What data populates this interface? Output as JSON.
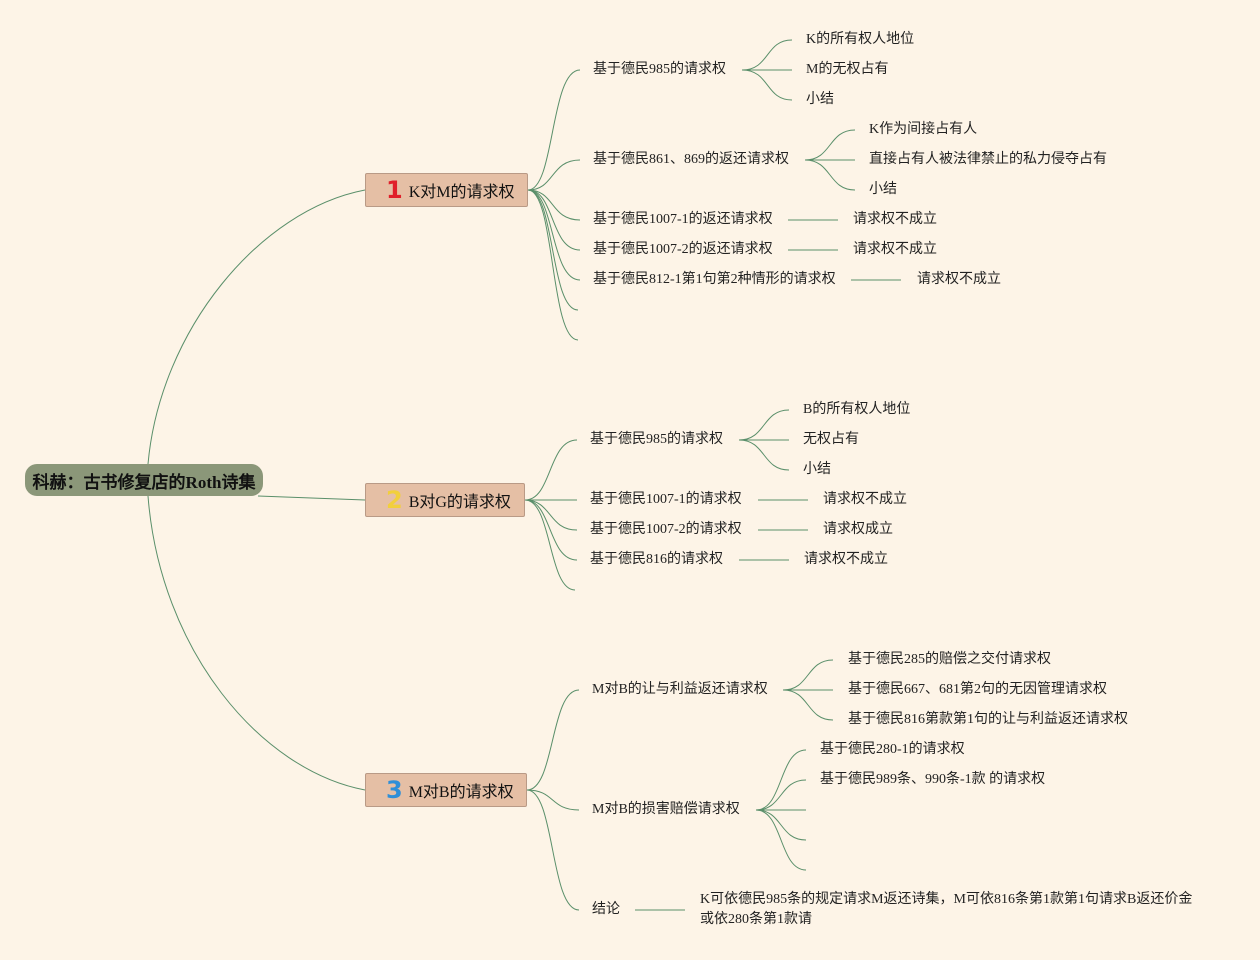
{
  "root": {
    "label": "科赫：古书修复店的Roth诗集"
  },
  "colors": {
    "background": "#fdf4e7",
    "edge": "#5a8f6a",
    "root_fill": "#8b9779",
    "branch_fill": "#e5bfa5",
    "num1": "#e0202a",
    "num2": "#f2cf3c",
    "num3": "#2f8fd8"
  },
  "branches": [
    {
      "number": "1",
      "label": "K对M的请求权",
      "children": [
        {
          "label": "基于德民985的请求权",
          "children": [
            "K的所有权人地位",
            "M的无权占有",
            "小结"
          ]
        },
        {
          "label": "基于德民861、869的返还请求权",
          "children": [
            "K作为间接占有人",
            "直接占有人被法律禁止的私力侵夺占有",
            "小结"
          ]
        },
        {
          "label": "基于德民1007-1的返还请求权",
          "children": [
            "请求权不成立"
          ]
        },
        {
          "label": "基于德民1007-2的返还请求权",
          "children": [
            "请求权不成立"
          ]
        },
        {
          "label": "基于德民812-1第1句第2种情形的请求权",
          "children": [
            "请求权不成立"
          ]
        }
      ]
    },
    {
      "number": "2",
      "label": "B对G的请求权",
      "children": [
        {
          "label": "基于德民985的请求权",
          "children": [
            "B的所有权人地位",
            "无权占有",
            "小结"
          ]
        },
        {
          "label": "基于德民1007-1的请求权",
          "children": [
            "请求权不成立"
          ]
        },
        {
          "label": "基于德民1007-2的请求权",
          "children": [
            "请求权成立"
          ]
        },
        {
          "label": "基于德民816的请求权",
          "children": [
            "请求权不成立"
          ]
        }
      ]
    },
    {
      "number": "3",
      "label": "M对B的请求权",
      "children": [
        {
          "label": "M对B的让与利益返还请求权",
          "children": [
            "基于德民285的赔偿之交付请求权",
            "基于德民667、681第2句的无因管理请求权",
            "基于德民816第款第1句的让与利益返还请求权"
          ]
        },
        {
          "label": "M对B的损害赔偿请求权",
          "children": [
            "基于德民280-1的请求权",
            "基于德民989条、990条-1款 的请求权"
          ]
        },
        {
          "label": "结论",
          "children": [
            "K可依德民985条的规定请求M返还诗集，M可依816条第1款第1句请求B返还价金或依280条第1款请"
          ]
        }
      ]
    }
  ]
}
